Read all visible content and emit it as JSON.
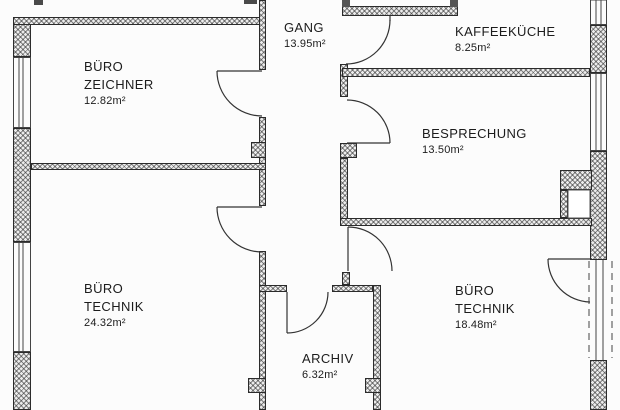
{
  "plan": {
    "type": "floor-plan",
    "rooms": {
      "zeichner": {
        "l1": "BÜRO",
        "l2": "ZEICHNER",
        "area": "12.82m²"
      },
      "gang": {
        "l1": "GANG",
        "area": "13.95m²"
      },
      "kueche": {
        "l1": "KAFFEEKÜCHE",
        "area": "8.25m²"
      },
      "besprechung": {
        "l1": "BESPRECHUNG",
        "area": "13.50m²"
      },
      "technik_links": {
        "l1": "BÜRO",
        "l2": "TECHNIK",
        "area": "24.32m²"
      },
      "technik_rechts": {
        "l1": "BÜRO",
        "l2": "TECHNIK",
        "area": "18.48m²"
      },
      "archiv": {
        "l1": "ARCHIV",
        "area": "6.32m²"
      }
    },
    "colors": {
      "wall_fill": "#ececec",
      "line": "#2b2b2b",
      "background": "#fcfcfc"
    }
  }
}
